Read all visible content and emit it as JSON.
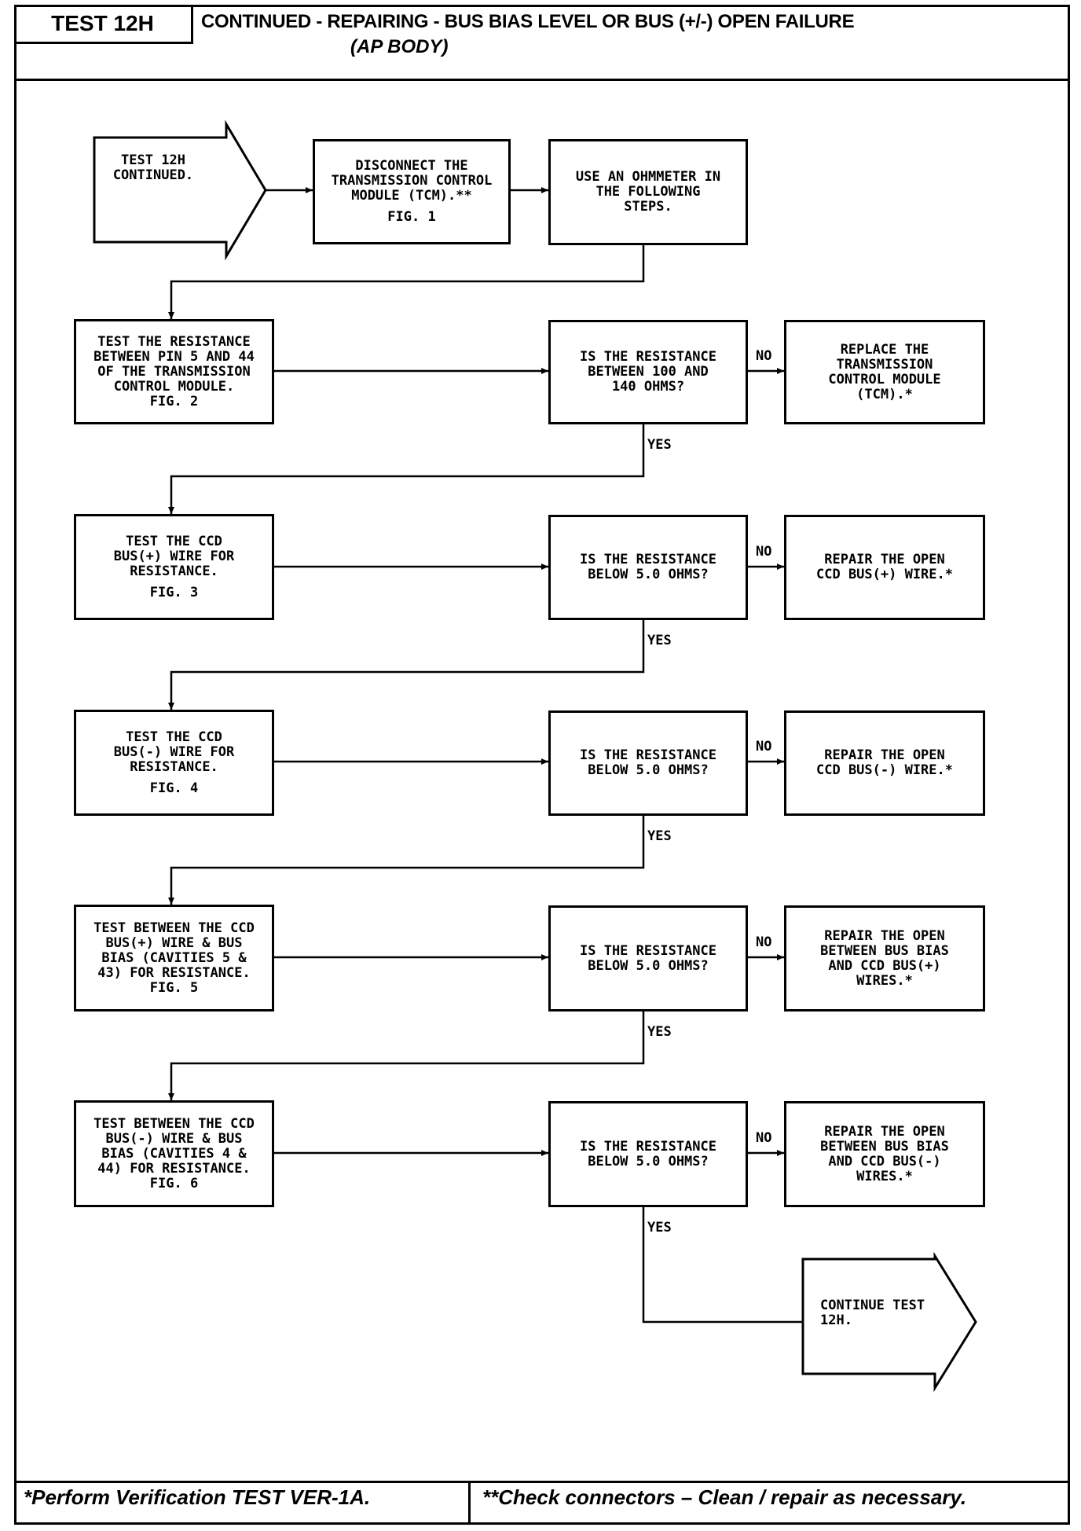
{
  "header": {
    "test_label": "TEST 12H",
    "title_line1": "CONTINUED -  REPAIRING - BUS BIAS LEVEL OR BUS (+/-) OPEN FAILURE",
    "title_line2": "(AP BODY)"
  },
  "flow": {
    "start": "TEST 12H\nCONTINUED.",
    "disconnect": "DISCONNECT THE\nTRANSMISSION CONTROL\nMODULE (TCM).**",
    "disconnect_fig": "FIG. 1",
    "ohmmeter": "USE AN OHMMETER IN\nTHE FOLLOWING\nSTEPS.",
    "step1": "TEST THE RESISTANCE\nBETWEEN PIN 5 AND 44\nOF THE TRANSMISSION\nCONTROL MODULE.\nFIG. 2",
    "q1": "IS THE RESISTANCE\nBETWEEN 100 AND\n140 OHMS?",
    "r1": "REPLACE THE\nTRANSMISSION\nCONTROL MODULE\n(TCM).*",
    "step2": "TEST THE CCD\nBUS(+) WIRE FOR\nRESISTANCE.",
    "step2_fig": "FIG. 3",
    "q2": "IS THE RESISTANCE\nBELOW 5.0 OHMS?",
    "r2": "REPAIR THE OPEN\nCCD BUS(+) WIRE.*",
    "step3": "TEST THE CCD\nBUS(-) WIRE FOR\nRESISTANCE.",
    "step3_fig": "FIG. 4",
    "q3": "IS THE RESISTANCE\nBELOW 5.0 OHMS?",
    "r3": "REPAIR THE OPEN\nCCD BUS(-) WIRE.*",
    "step4": "TEST BETWEEN THE CCD\nBUS(+) WIRE & BUS\nBIAS (CAVITIES 5 &\n43) FOR RESISTANCE.\nFIG. 5",
    "q4": "IS THE RESISTANCE\nBELOW 5.0 OHMS?",
    "r4": "REPAIR THE OPEN\nBETWEEN BUS BIAS\nAND CCD BUS(+)\nWIRES.*",
    "step5": "TEST BETWEEN THE CCD\nBUS(-) WIRE & BUS\nBIAS (CAVITIES 4 &\n44) FOR RESISTANCE.\nFIG. 6",
    "q5": "IS THE RESISTANCE\nBELOW 5.0 OHMS?",
    "r5": "REPAIR THE OPEN\nBETWEEN BUS BIAS\nAND CCD BUS(-)\nWIRES.*",
    "end": "CONTINUE TEST\n12H.",
    "no": "NO",
    "yes": "YES"
  },
  "footer": {
    "left": "*Perform Verification TEST VER-1A.",
    "right": "**Check connectors – Clean / repair as necessary."
  }
}
